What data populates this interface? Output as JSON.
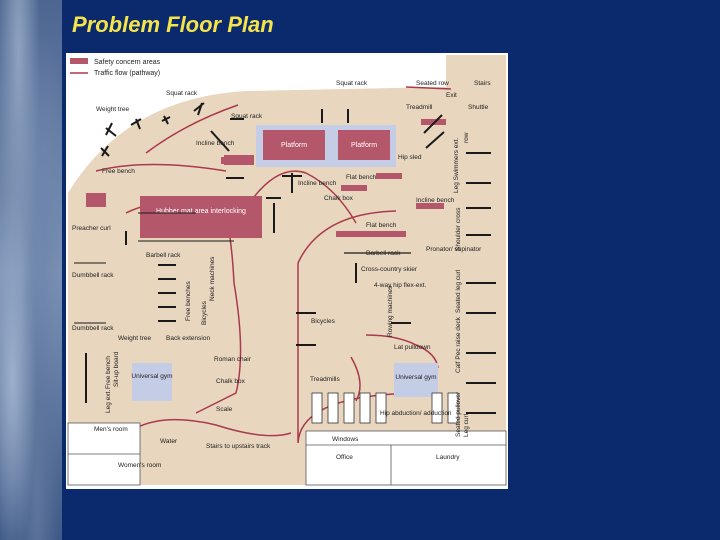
{
  "slide": {
    "title": "Problem Floor Plan",
    "colors": {
      "background": "#0b2a6e",
      "title": "#f5e34a",
      "floor": "#e8d6be",
      "room": "#b5576b",
      "pathway": "#a93a4c",
      "gym": "#c5cde6"
    }
  },
  "legend": {
    "safety": "Safety concern areas",
    "traffic": "Traffic flow (pathway)"
  },
  "labels": {
    "squat_rack_tl": "Squat rack",
    "weight_tree_tl": "Weight tree",
    "squat_rack_top": "Squat rack",
    "squat_rack_mid": "Squat rack",
    "seated_row": "Seated row",
    "exit": "Exit",
    "stairs": "Stairs",
    "treadmill": "Treadmill",
    "shuttle": "Shuttle",
    "platform_1": "Platform",
    "platform_2": "Platform",
    "incline_bench_1": "Incline bench",
    "hip_sled": "Hip sled",
    "leg_swimmers": "Leg Swimmers ext.",
    "row": "row",
    "free_bench": "Free bench",
    "incline_bench_2": "Incline bench",
    "flat_bench_1": "Flat bench",
    "chalk_box_1": "Chalk box",
    "incline_bench_3": "Incline bench",
    "hubber_mat": "Hubber mat area interlocking",
    "shoulder_cross": "Shoulder cross",
    "preacher_curl": "Preacher curl",
    "flat_bench_2": "Flat bench",
    "seated_leg": "Seated leg curl",
    "barbell_rack_1": "Barbell rack",
    "barbell_rack_2": "Barbell rack",
    "pronator": "Pronator/ supinator",
    "cross_country": "Cross-country skier",
    "four_way_hip": "4-way hip flex-ext.",
    "dumbbell_rack_1": "Dumbbell rack",
    "free_benches": "Free benches",
    "neck_machines": "Neck machines",
    "bicycles_v": "Bicycles",
    "rowing_machines": "Rowing machines",
    "bicycles": "Bicycles",
    "calf_pec": "Calf Pec raise deck",
    "dumbbell_rack_2": "Dumbbell rack",
    "weight_tree_2": "Weight tree",
    "back_extension": "Back extension",
    "lat_pulldown": "Lat pulldown",
    "sit_up_board": "Sit-up board",
    "free_bench_v": "Free bench",
    "leg_ext": "Leg ext.",
    "universal_gym_1": "Universal gym",
    "roman_chair": "Roman chair",
    "chalk_box_2": "Chalk box",
    "scale": "Scale",
    "treadmills": "Treadmills",
    "universal_gym_2": "Universal gym",
    "leg_curl": "Leg curl",
    "seated_pullover": "Seated pullover",
    "hip_abduction": "Hip abduction/ adduction",
    "mens_room": "Men's room",
    "water": "Water",
    "stairs_to_track": "Stairs to upstairs track",
    "windows": "Windows",
    "office": "Office",
    "laundry": "Laundry",
    "womens_room": "Women's room"
  }
}
